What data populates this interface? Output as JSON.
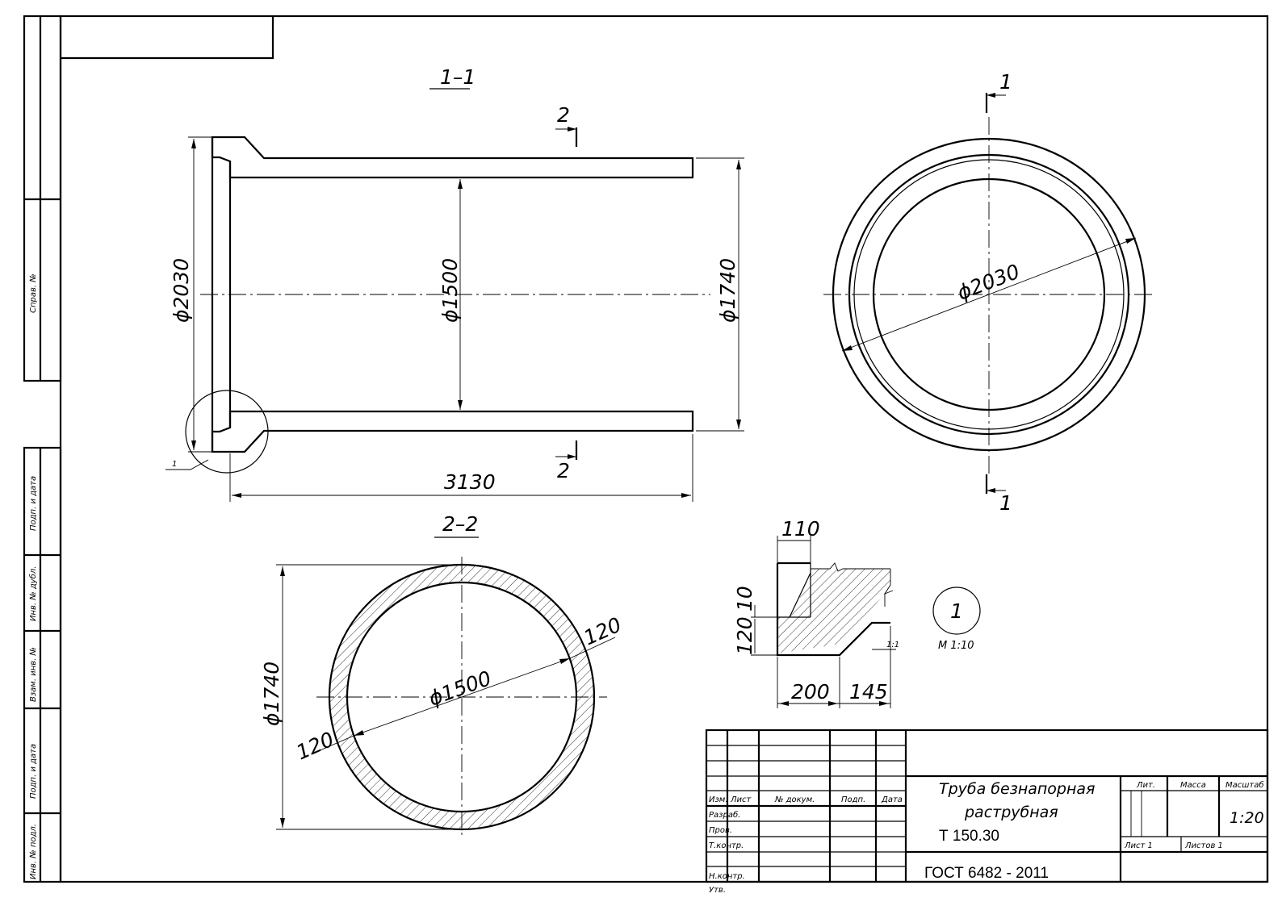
{
  "drawing": {
    "views": {
      "section_1": {
        "label": "1–1"
      },
      "section_2": {
        "label": "2–2"
      },
      "detail": {
        "label": "1",
        "scale": "М 1:10"
      },
      "section_marks": {
        "s1_top": "1",
        "s1_bottom": "1",
        "s2_top": "2",
        "s2_bottom": "2",
        "leader": "1"
      }
    },
    "dimensions": {
      "d2030_side": "ϕ2030",
      "d1500_side": "ϕ1500",
      "d1740_side": "ϕ1740",
      "length": "3130",
      "d2030_front": "ϕ2030",
      "d1740_sec": "ϕ1740",
      "d1500_sec": "ϕ1500",
      "wall_a": "120",
      "wall_b": "120",
      "det_110": "110",
      "det_10": "10",
      "det_120": "120",
      "det_200": "200",
      "det_145": "145",
      "det_slope": "1:1"
    },
    "margin_labels": [
      "Справ. №",
      "Подп. и дата",
      "Инв. № дубл.",
      "Взам. инв. №",
      "Подп. и дата",
      "Инв. № подл."
    ]
  },
  "title_block": {
    "headers": [
      "Изм.",
      "Лист",
      "№ докум.",
      "Подп.",
      "Дата"
    ],
    "rows": [
      "Разраб.",
      "Пров.",
      "Т.контр.",
      "Н.контр.",
      "Утв."
    ],
    "name_line1": "Труба безнапорная",
    "name_line2": "раструбная",
    "code": "Т 150.30",
    "standard": "ГОСТ 6482 - 2011",
    "lit_label": "Лит.",
    "mass_label": "Масса",
    "scale_label": "Масштаб",
    "scale_value": "1:20",
    "sheet_label": "Лист 1",
    "sheets_label": "Листов 1"
  }
}
